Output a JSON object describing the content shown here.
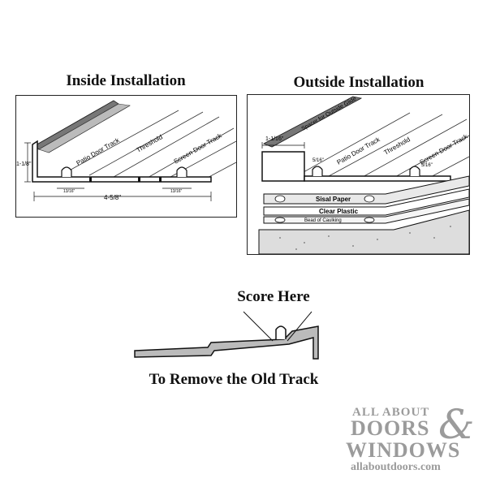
{
  "inside": {
    "title": "Inside Installation",
    "labels": {
      "patio_track": "Patio Door Track",
      "threshold": "Threshold",
      "screen_track": "Screen Door Track",
      "height": "1-1/8\"",
      "width": "4-5/8\"",
      "dim_a": "13/16\"",
      "dim_b": "13/16\""
    }
  },
  "outside": {
    "title": "Outside Installation",
    "labels": {
      "spacer": "Spacer for Outside Glide",
      "patio_track": "Patio Door Track",
      "threshold": "Threshold",
      "screen_track": "Screen Door Track",
      "dim_top": "1-1/16\"",
      "dim_a": "5/16\"",
      "dim_b": "5/16\"",
      "sisal": "Sisal Paper",
      "plastic": "Clear Plastic",
      "caulking": "Bead of Caulking"
    }
  },
  "removal": {
    "score_label": "Score Here",
    "remove_label": "To Remove the Old Track"
  },
  "logo": {
    "line1": "ALL ABOUT",
    "line2": "DOORS",
    "amp": "&",
    "line3": "WINDOWS",
    "url": "allaboutdoors.com",
    "color": "#9b9b9b"
  }
}
